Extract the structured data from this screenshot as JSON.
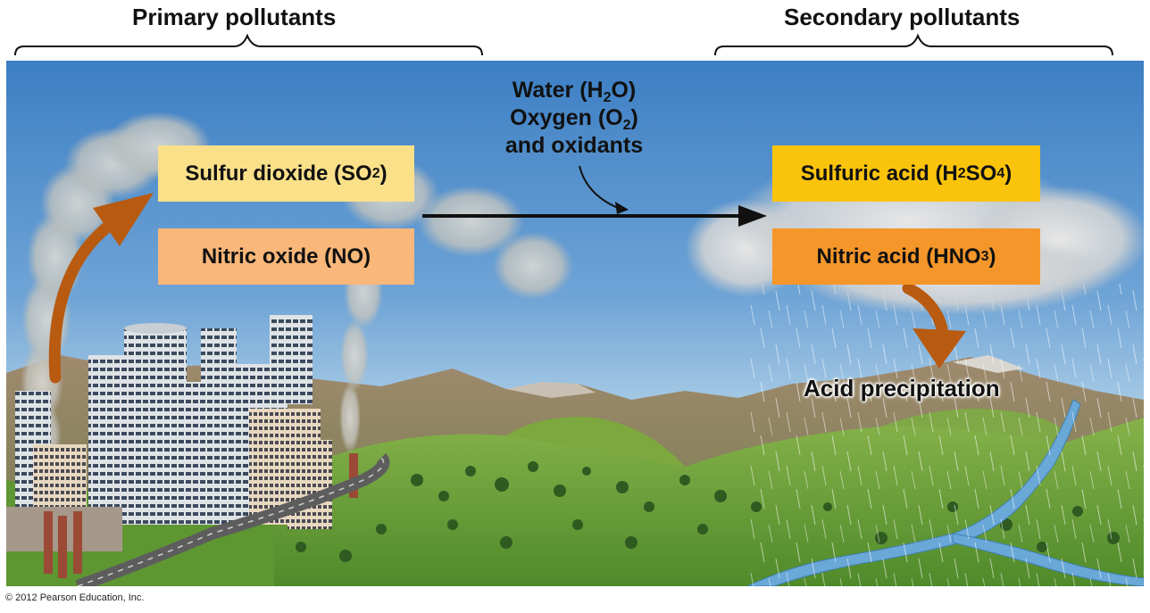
{
  "headings": {
    "primary": "Primary pollutants",
    "secondary": "Secondary pollutants"
  },
  "primary_boxes": {
    "so2": {
      "label": "Sulfur dioxide (SO",
      "sub": "2",
      "tail": ")",
      "color": "#fbe08a"
    },
    "no": {
      "label": "Nitric oxide (NO)",
      "color": "#f9b77a"
    }
  },
  "reagents": {
    "water": {
      "label": "Water (H",
      "sub": "2",
      "tail": "O)"
    },
    "oxygen": {
      "label": "Oxygen (O",
      "sub": "2",
      "tail": ")"
    },
    "oxidants": "and oxidants"
  },
  "secondary_boxes": {
    "h2so4": {
      "label": "Sulfuric acid (H",
      "sub1": "2",
      "mid": "SO",
      "sub2": "4",
      "tail": ")",
      "color": "#fbc40c"
    },
    "hno3": {
      "label": "Nitric acid (HNO",
      "sub": "3",
      "tail": ")",
      "color": "#f5962a"
    }
  },
  "acid_precipitation": "Acid precipitation",
  "footer": "© 2012 Pearson Education, Inc.",
  "colors": {
    "sky_top": "#3d7fc4",
    "sky_bottom": "#bcd8ea",
    "arrow_orange": "#b85a10",
    "grass": "#6fa13a"
  }
}
